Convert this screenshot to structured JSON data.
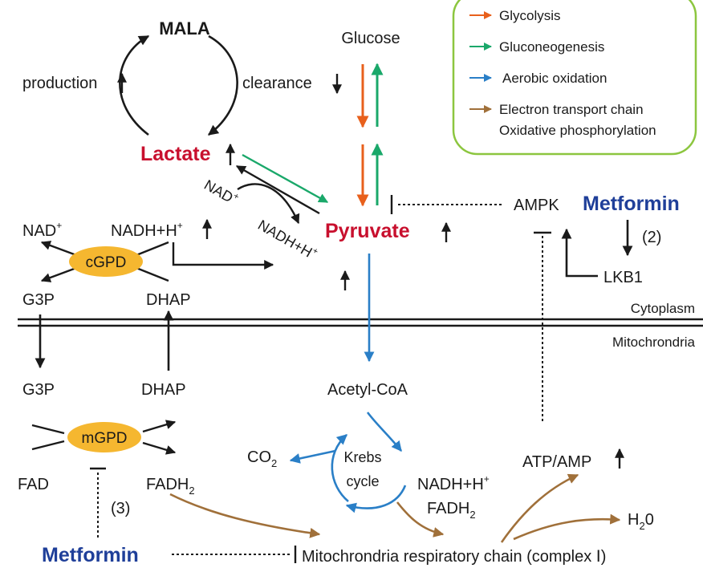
{
  "colors": {
    "glycolysis": "#e8601c",
    "gluconeogenesis": "#1aa86a",
    "aerobic": "#2a7fc7",
    "etc": "#a0703a",
    "emphasis_red": "#c8102e",
    "metformin_blue": "#1f3f99",
    "enzyme_fill": "#f5b730",
    "legend_border": "#8cc63f"
  },
  "legend": {
    "glycolysis": "Glycolysis",
    "gluconeogenesis": "Gluconeogenesis",
    "aerobic": "Aerobic oxidation",
    "etc_line1": "Electron transport chain",
    "etc_line2": "Oxidative phosphorylation"
  },
  "labels": {
    "mala": "MALA",
    "production": "production",
    "clearance": "clearance",
    "glucose": "Glucose",
    "lactate": "Lactate",
    "pyruvate": "Pyruvate",
    "nad_cyto": "NAD",
    "nad_sup": "+",
    "nadh_cyto": "NADH+H",
    "nadh_sup": "+",
    "nad_diag": "NAD",
    "nadh_diag": "NADH+H",
    "ampk": "AMPK",
    "metformin_top": "Metformin",
    "step2": "(2)",
    "lkb1": "LKB1",
    "cgpd": "cGPD",
    "g3p_cyto": "G3P",
    "dhap_cyto": "DHAP",
    "cytoplasm": "Cytoplasm",
    "mitochondria": "Mitochrondria",
    "g3p_mito": "G3P",
    "dhap_mito": "DHAP",
    "acetyl_coa": "Acetyl-CoA",
    "mgpd": "mGPD",
    "co2": "CO",
    "co2_sub": "2",
    "krebs1": "Krebs",
    "krebs2": "cycle",
    "atp_amp": "ATP/AMP",
    "fad": "FAD",
    "fadh2_left": "FADH",
    "fadh2_left_sub": "2",
    "step3": "(3)",
    "nadh_mito": "NADH+H",
    "nadh_mito_sup": "+",
    "fadh2_right": "FADH",
    "fadh2_right_sub": "2",
    "h2o": "H",
    "h2o_sub": "2",
    "h2o_tail": "0",
    "metformin_bottom": "Metformin",
    "resp_chain": "Mitochrondria respiratory chain (complex Ⅰ)"
  }
}
